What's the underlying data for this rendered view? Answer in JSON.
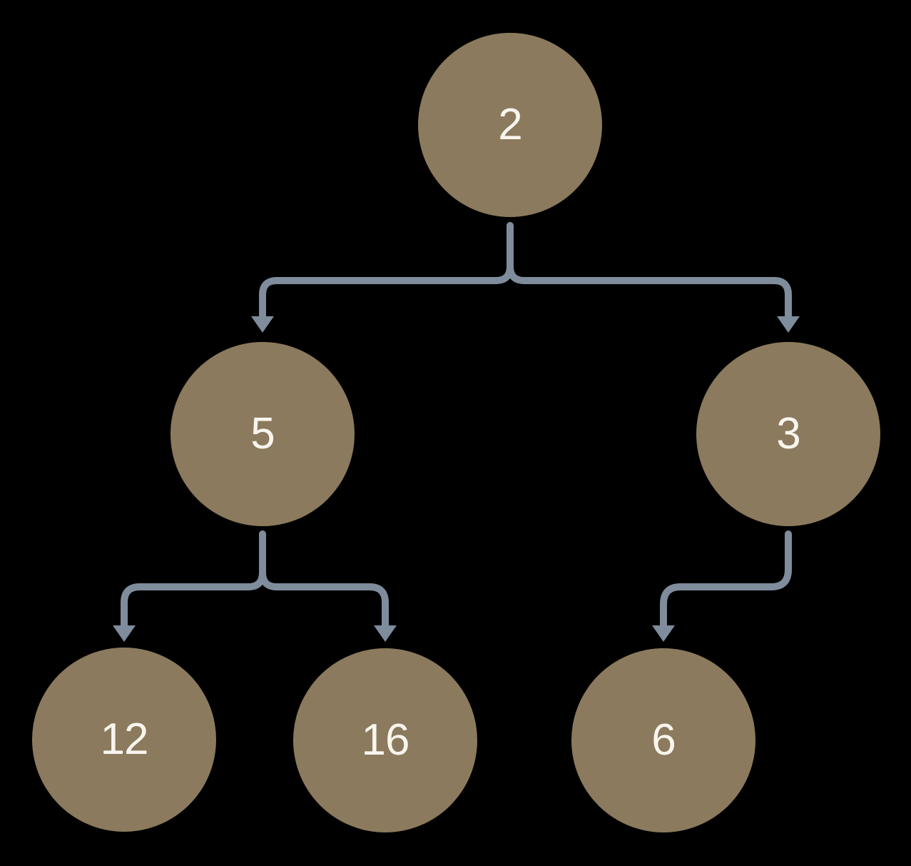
{
  "diagram": {
    "type": "tree",
    "colors": {
      "background": "#000000",
      "node_fill": "#8b7a5d",
      "edge": "#7e8c9c",
      "label_text": "#f8f5ee"
    },
    "nodes": [
      {
        "id": "2",
        "label": "2"
      },
      {
        "id": "5",
        "label": "5"
      },
      {
        "id": "3",
        "label": "3"
      },
      {
        "id": "12",
        "label": "12"
      },
      {
        "id": "16",
        "label": "16"
      },
      {
        "id": "6",
        "label": "6"
      }
    ],
    "edges": [
      {
        "from": "2",
        "to": "5"
      },
      {
        "from": "2",
        "to": "3"
      },
      {
        "from": "5",
        "to": "12"
      },
      {
        "from": "5",
        "to": "16"
      },
      {
        "from": "3",
        "to": "6"
      }
    ]
  }
}
